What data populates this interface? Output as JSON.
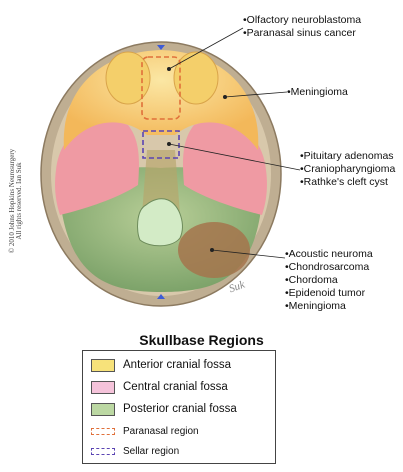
{
  "labels": {
    "olfactory": "•Olfactory neuroblastoma",
    "paranasal_cancer": "•Paranasal sinus cancer",
    "meningioma_top": "•Meningioma",
    "pituitary": "•Pituitary adenomas",
    "cranio": "•Craniopharyngioma",
    "rathke": "•Rathke's cleft cyst",
    "acoustic": "•Acoustic neuroma",
    "chondrosarcoma": "•Chondrosarcoma",
    "chordoma": "•Chordoma",
    "epidenoid": "•Epidenoid tumor",
    "meningioma_bottom": "•Meningioma"
  },
  "copyright": {
    "line1": "© 2010 Johns Hopkins Neurosurgery",
    "line2": "All rights reserved. Ian Suk"
  },
  "legend": {
    "title": "Skullbase Regions",
    "items": [
      {
        "label": "Anterior cranial fossa",
        "color": "#f7e27a"
      },
      {
        "label": "Central cranial fossa",
        "color": "#f5c3da"
      },
      {
        "label": "Posterior cranial fossa",
        "color": "#bcd8a3"
      }
    ],
    "outline_items": [
      {
        "label": "Paranasal region",
        "color": "#e0703a"
      },
      {
        "label": "Sellar region",
        "color": "#5a44b3"
      }
    ]
  },
  "colors": {
    "anterior": "#f6c15b",
    "central": "#ef9aa3",
    "posterior": "#9dbf8a",
    "bone_rim": "#c8b89c"
  }
}
